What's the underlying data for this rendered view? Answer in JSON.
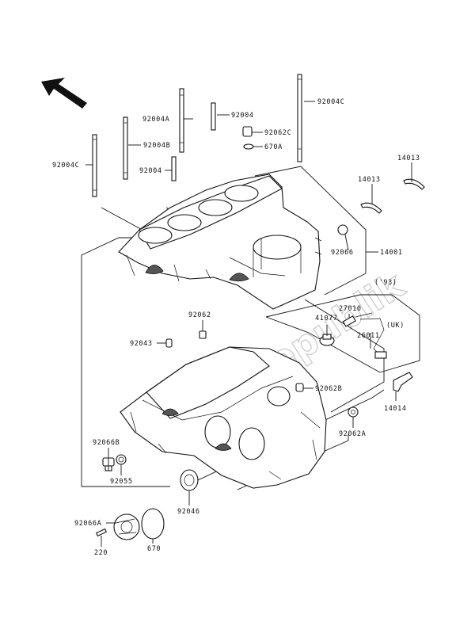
{
  "watermark": "PartsRepublik",
  "callouts": {
    "c92004C_top": "92004C",
    "c92004": "92004",
    "c92004A": "92004A",
    "c92062C": "92062C",
    "c670A": "670A",
    "c92004B": "92004B",
    "c92004C_left": "92004C",
    "c92004_mid": "92004",
    "c14013_a": "14013",
    "c14013_b": "14013",
    "c92066": "92066",
    "c14001": "14001",
    "c93": "('93)",
    "c27010": "27010",
    "c41077": "41077",
    "cUK": "(UK)",
    "c26011": "26011",
    "c92062": "92062",
    "c92043": "92043",
    "c92062B": "92062B",
    "c14014": "14014",
    "c92062A": "92062A",
    "c92066B": "92066B",
    "c92055": "92055",
    "c92046": "92046",
    "c92066A": "92066A",
    "c670": "670",
    "c220": "220"
  }
}
